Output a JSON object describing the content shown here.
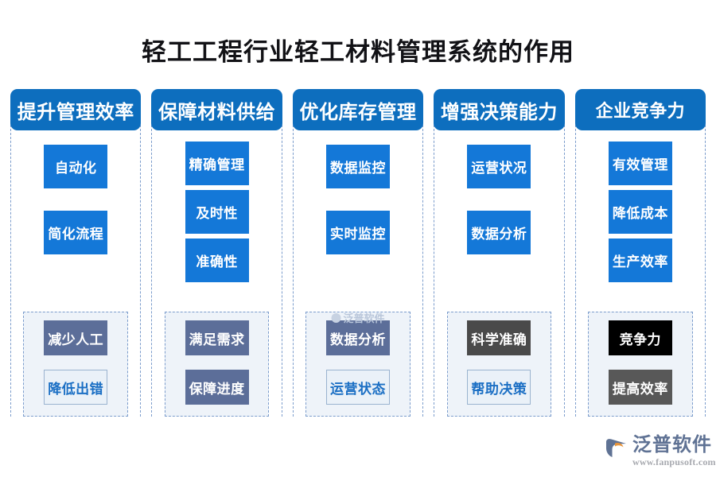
{
  "page": {
    "title": "轻工工程行业轻工材料管理系统的作用"
  },
  "columns": [
    {
      "header": "提升管理效率",
      "spacing": "spaced",
      "items": [
        "自动化",
        "简化流程"
      ],
      "group": [
        {
          "label": "减少人工",
          "style": "slate"
        },
        {
          "label": "降低出错",
          "style": "ghost"
        }
      ]
    },
    {
      "header": "保障材料供给",
      "spacing": "tight",
      "items": [
        "精确管理",
        "及时性",
        "准确性"
      ],
      "group": [
        {
          "label": "满足需求",
          "style": "slate"
        },
        {
          "label": "保障进度",
          "style": "slate"
        }
      ]
    },
    {
      "header": "优化库存管理",
      "spacing": "spaced",
      "items": [
        "数据监控",
        "实时监控"
      ],
      "watermark": "泛普软件",
      "group": [
        {
          "label": "数据分析",
          "style": "slate"
        },
        {
          "label": "运营状态",
          "style": "ghost"
        }
      ]
    },
    {
      "header": "增强决策能力",
      "spacing": "spaced",
      "items": [
        "运营状况",
        "数据分析"
      ],
      "group": [
        {
          "label": "科学准确",
          "style": "dark"
        },
        {
          "label": "帮助决策",
          "style": "ghost"
        }
      ]
    },
    {
      "header": "企业竞争力",
      "spacing": "tight",
      "items": [
        "有效管理",
        "降低成本",
        "生产效率"
      ],
      "group": [
        {
          "label": "竞争力",
          "style": "black"
        },
        {
          "label": "提高效率",
          "style": "gray"
        }
      ]
    }
  ],
  "logo": {
    "name": "泛普软件",
    "url": "www.fanpusoft.com"
  },
  "colors": {
    "header_blue": "#0d6ebe",
    "chip_blue": "#1478d8",
    "slate": "#5c6e99",
    "dark": "#4a4a4a",
    "gray": "#585858",
    "black": "#000000",
    "group_bg": "#eef3f9",
    "dashed_border": "#7b9ccc",
    "title_color": "#121216"
  }
}
